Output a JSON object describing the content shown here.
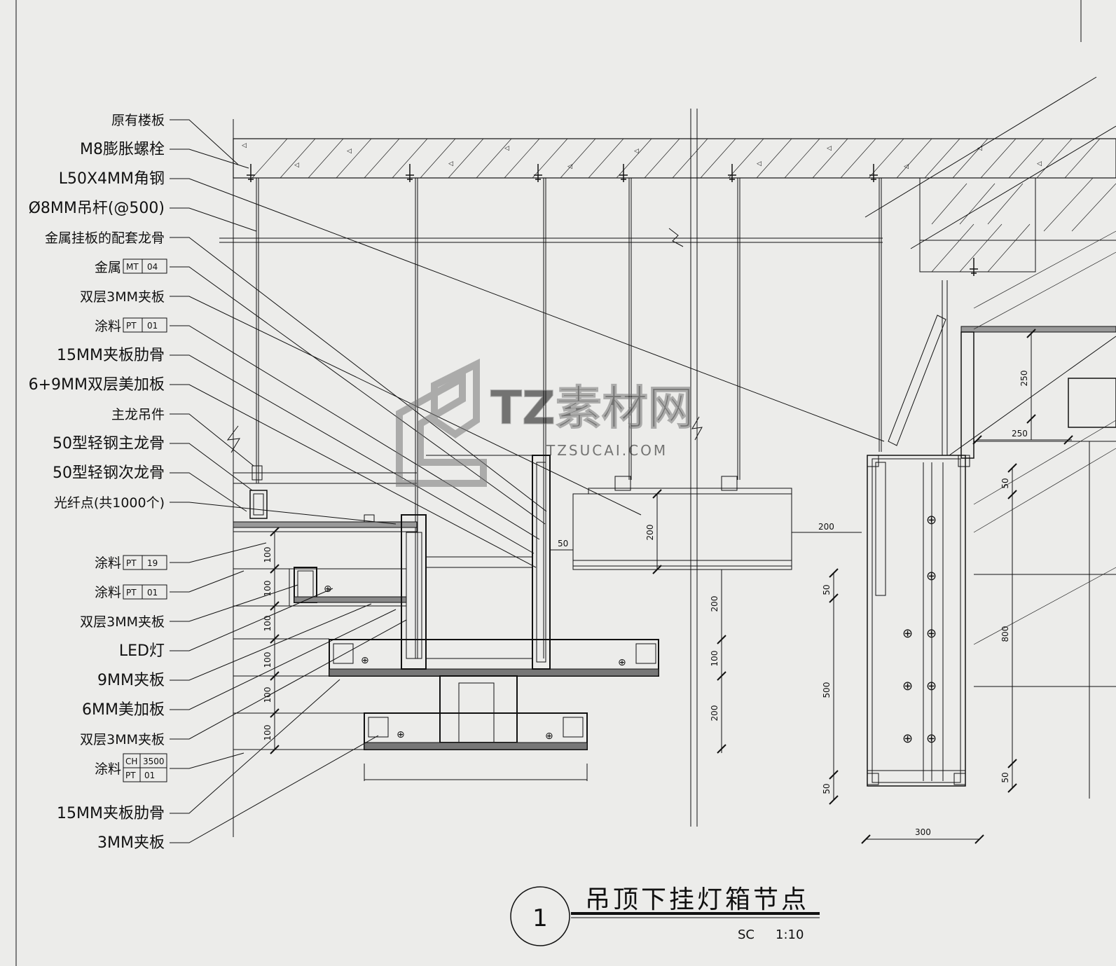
{
  "labels_left": [
    "原有楼板",
    "M8膨胀螺栓",
    "L50X4MM角钢",
    "Ø8MM吊杆(@500)",
    "金属挂板的配套龙骨",
    "金属",
    "双层3MM夹板",
    "涂料",
    "15MM夹板肋骨",
    "6+9MM双层美加板",
    "主龙吊件",
    "50型轻钢主龙骨",
    "50型轻钢次龙骨",
    "光纤点(共1000个)",
    "涂料",
    "涂料",
    "双层3MM夹板",
    "LED灯",
    "9MM夹板",
    "6MM美加板",
    "双层3MM夹板",
    "涂料",
    "15MM夹板肋骨",
    "3MM夹板"
  ],
  "tags": {
    "mt04_a": "MT",
    "mt04_b": "04",
    "pt01a_a": "PT",
    "pt01a_b": "01",
    "pt19_a": "PT",
    "pt19_b": "19",
    "pt01b_a": "PT",
    "pt01b_b": "01",
    "ch_a": "CH",
    "ch_b": "3500",
    "pt01c_a": "PT",
    "pt01c_b": "01"
  },
  "dims": {
    "d100": "100",
    "d200": "200",
    "d50": "50",
    "d250": "250",
    "d300": "300",
    "d500": "500",
    "d800": "800"
  },
  "watermark": {
    "brand": "TZ素材网",
    "url": "TZSUCAI.COM"
  },
  "title": {
    "number": "1",
    "text": "吊顶下挂灯箱节点",
    "scale_code": "SC",
    "scale": "1:10"
  }
}
